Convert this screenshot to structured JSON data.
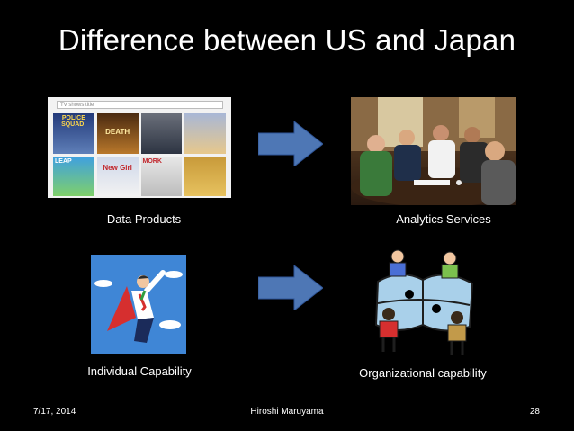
{
  "slide": {
    "title": "Difference between US and Japan",
    "captions": {
      "data_products": "Data Products",
      "analytics_services": "Analytics Services",
      "individual_capability": "Individual Capability",
      "organizational_capability": "Organizational capability"
    },
    "footer": {
      "date": "7/17, 2014",
      "author": "Hiroshi Maruyama",
      "page_number": "28"
    }
  },
  "images": {
    "data_products_thumbnails": {
      "search_placeholder": "TV shows title",
      "tiles": [
        {
          "label": "POLICE SQUAD!"
        },
        {
          "label": "DEATH"
        },
        {
          "label": ""
        },
        {
          "label": ""
        },
        {
          "label": "LEAP"
        },
        {
          "label": "New Girl"
        },
        {
          "label": "MORK"
        },
        {
          "label": ""
        }
      ]
    }
  },
  "colors": {
    "background": "#000000",
    "text": "#ffffff",
    "arrow": "#4e77b5",
    "superhero_bg": "#3f86d6"
  }
}
